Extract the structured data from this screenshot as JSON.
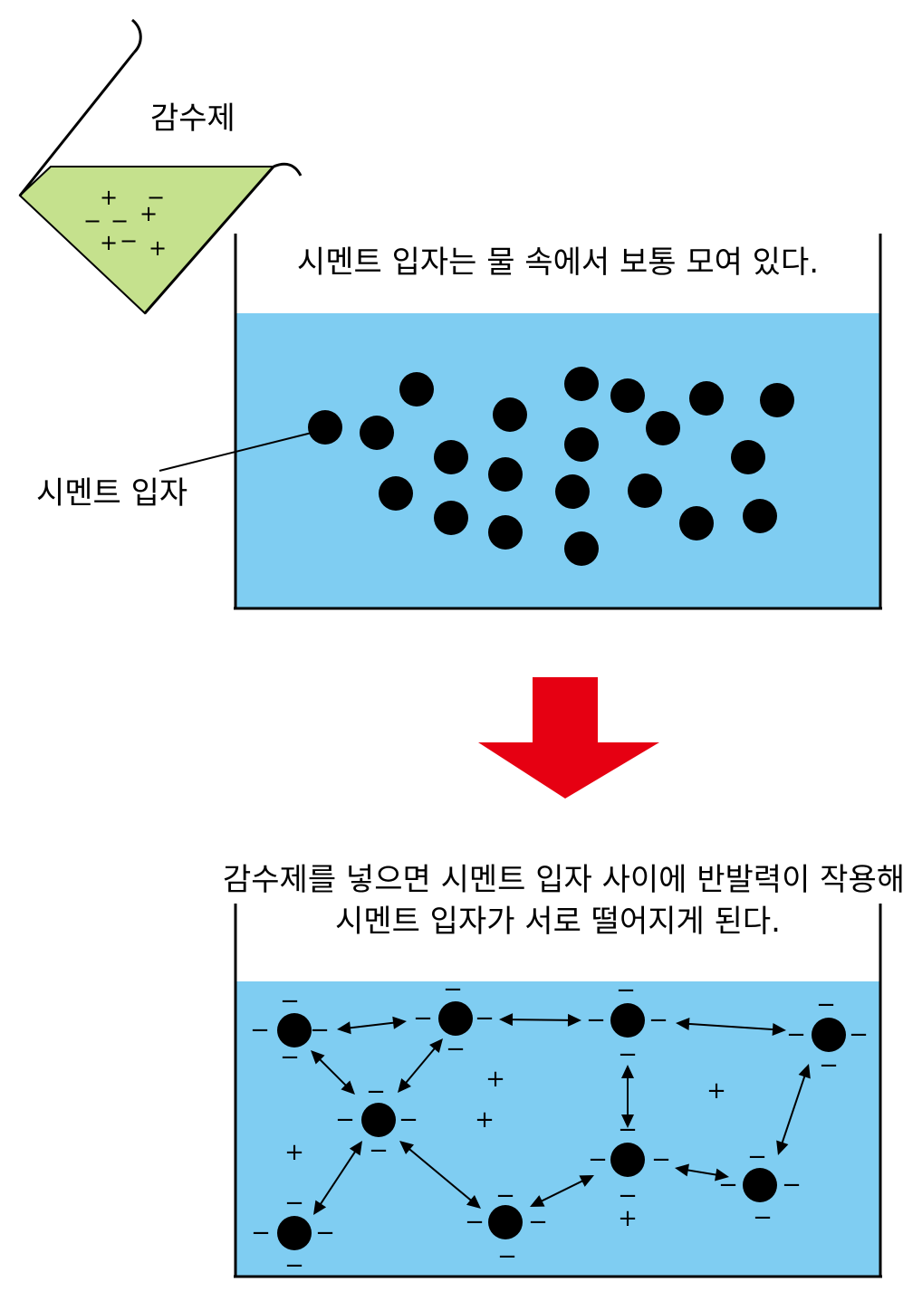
{
  "beaker_label": "감수제",
  "particle_label": "시멘트 입자",
  "caption_before": "시멘트 입자는 물 속에서 보통 모여 있다.",
  "caption_after_line1": "감수제를 넣으면 시멘트 입자 사이에 반발력이 작용해서",
  "caption_after_line2": "시멘트 입자가 서로 떨어지게 된다.",
  "colors": {
    "water": "#7fcdf2",
    "additive_liquid": "#c5e18d",
    "arrow": "#e60012",
    "particle": "#000000"
  },
  "signs": {
    "plus": "+",
    "minus": "−"
  }
}
